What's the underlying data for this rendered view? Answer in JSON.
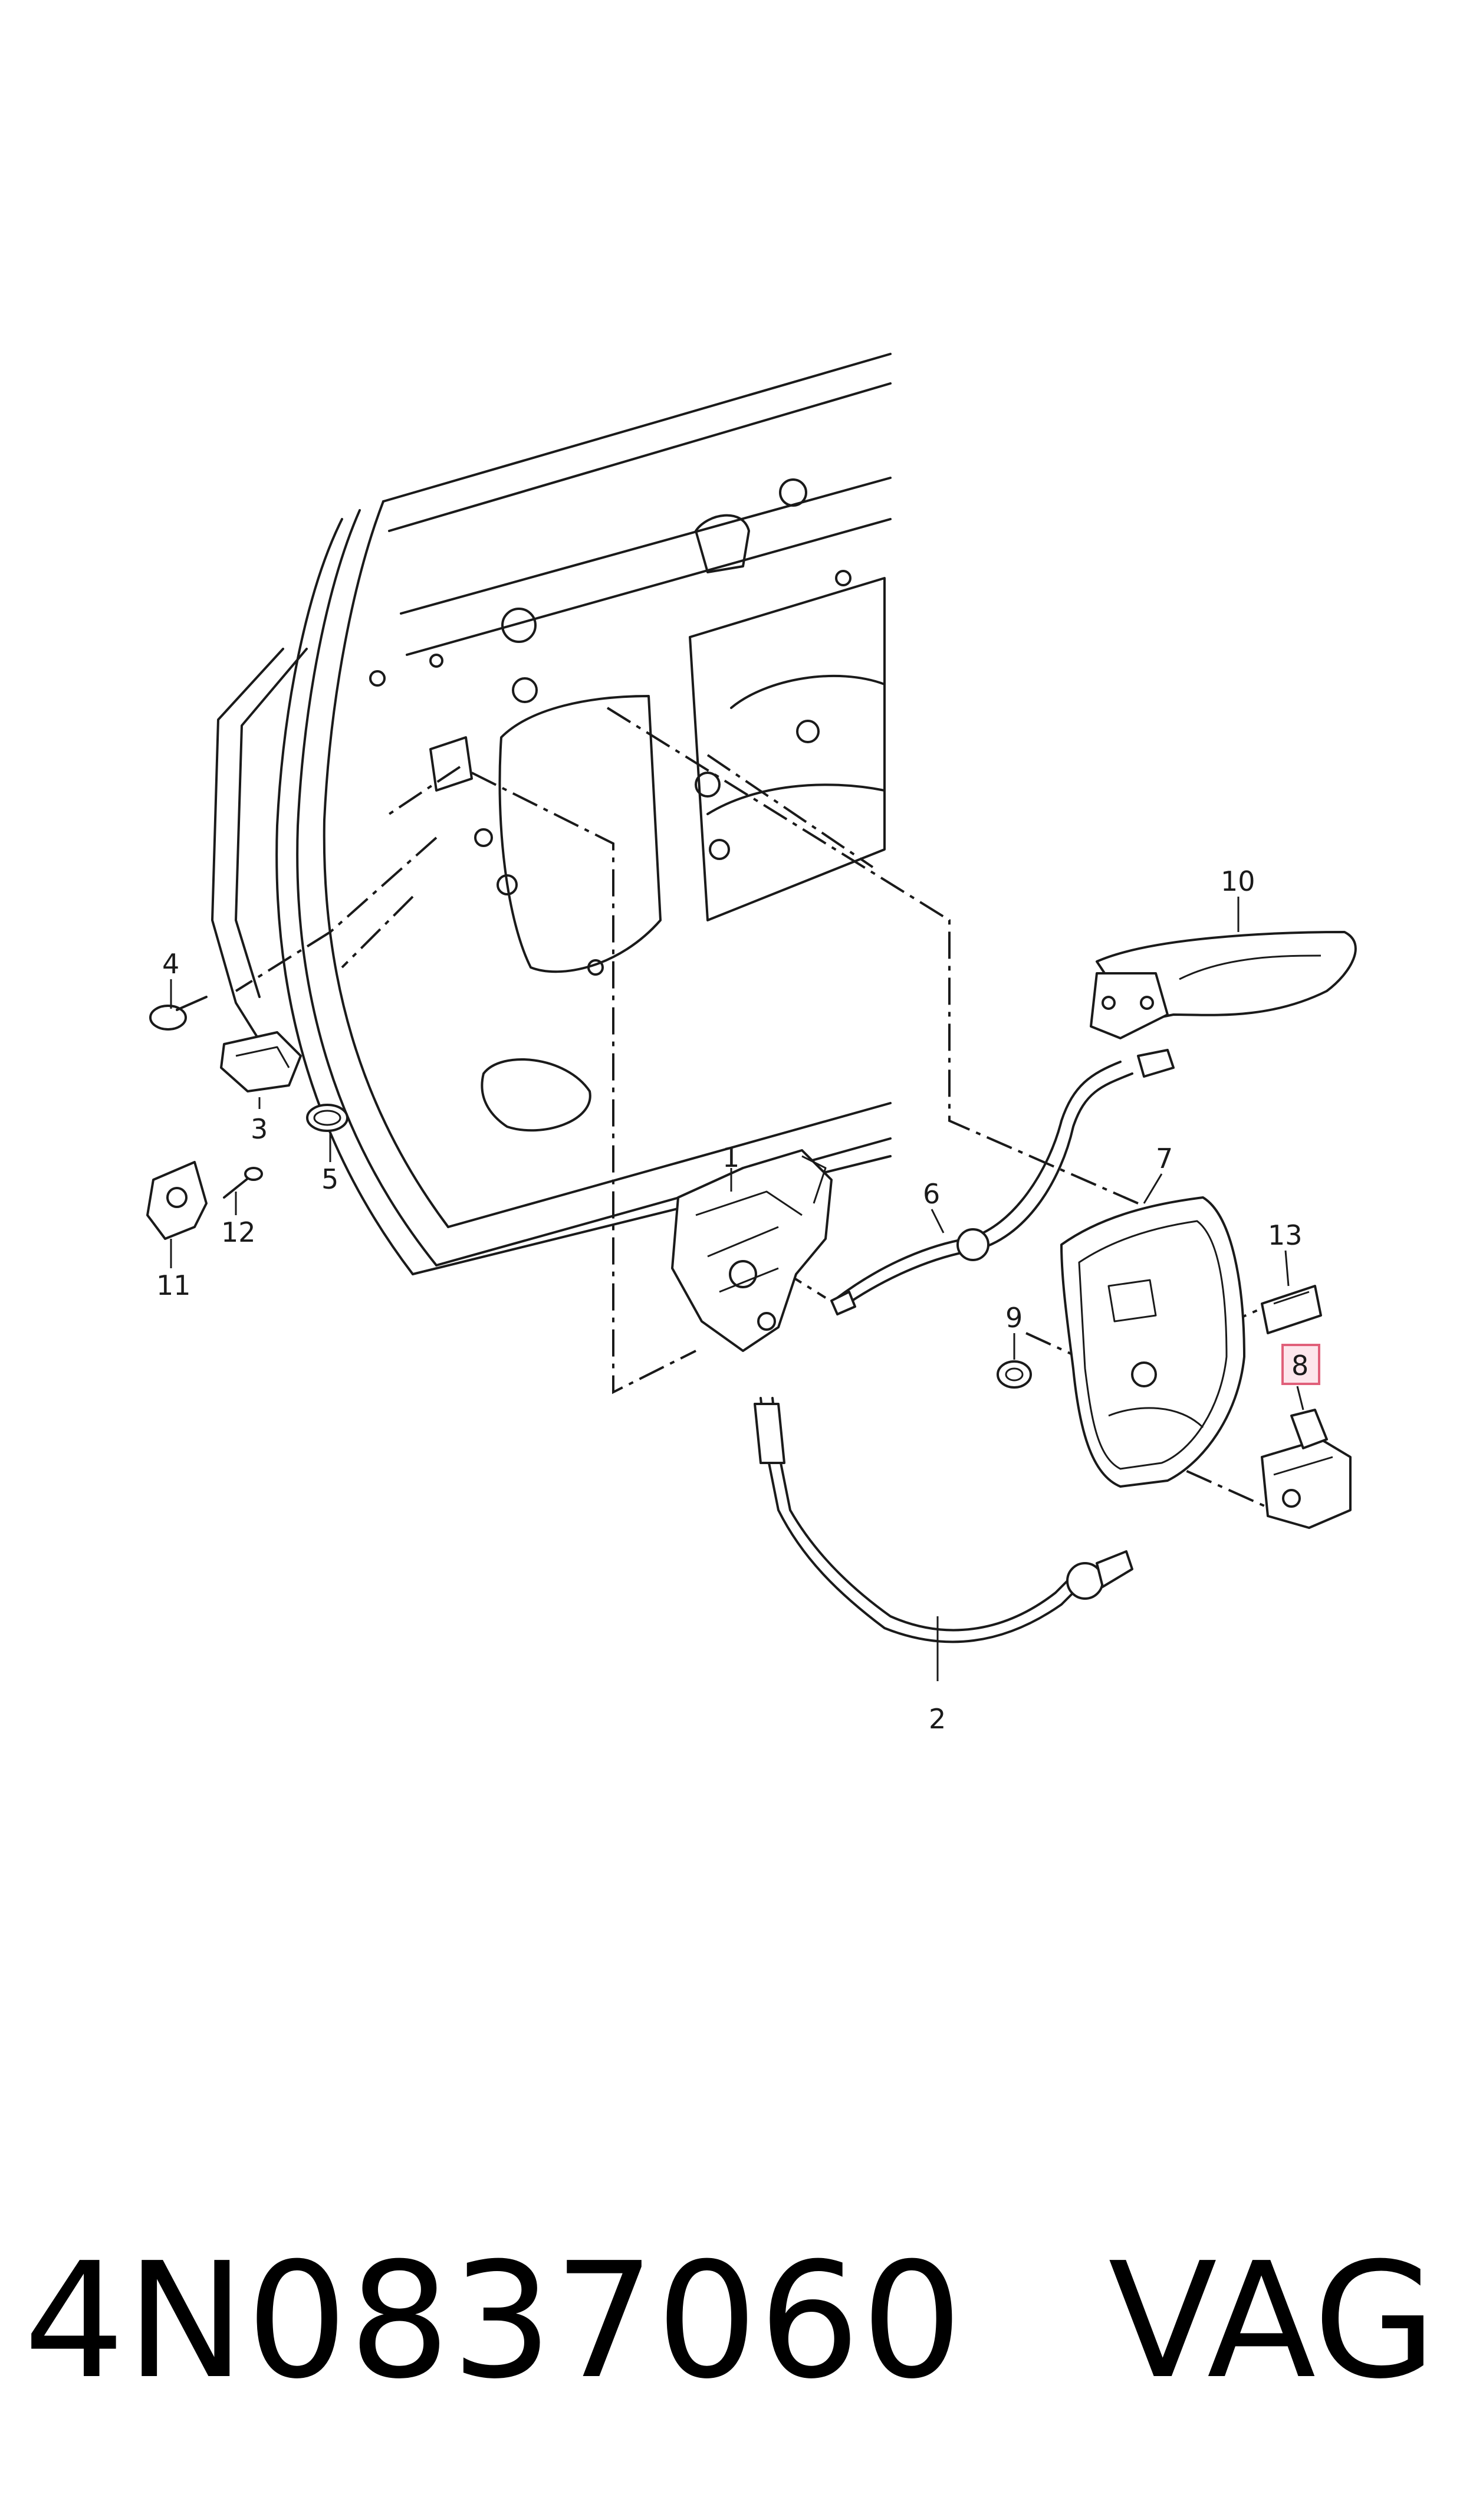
{
  "callouts": [
    {
      "id": "1",
      "label": "1"
    },
    {
      "id": "2",
      "label": "2"
    },
    {
      "id": "3",
      "label": "3"
    },
    {
      "id": "4",
      "label": "4"
    },
    {
      "id": "5",
      "label": "5"
    },
    {
      "id": "6",
      "label": "6"
    },
    {
      "id": "7",
      "label": "7"
    },
    {
      "id": "8",
      "label": "8",
      "highlighted": true
    },
    {
      "id": "9",
      "label": "9"
    },
    {
      "id": "10",
      "label": "10"
    },
    {
      "id": "11",
      "label": "11"
    },
    {
      "id": "12",
      "label": "12"
    },
    {
      "id": "13",
      "label": "13"
    }
  ],
  "highlight_color": "#e0607a",
  "footer": {
    "part_number": "4N0837060",
    "brand": "VAG"
  }
}
